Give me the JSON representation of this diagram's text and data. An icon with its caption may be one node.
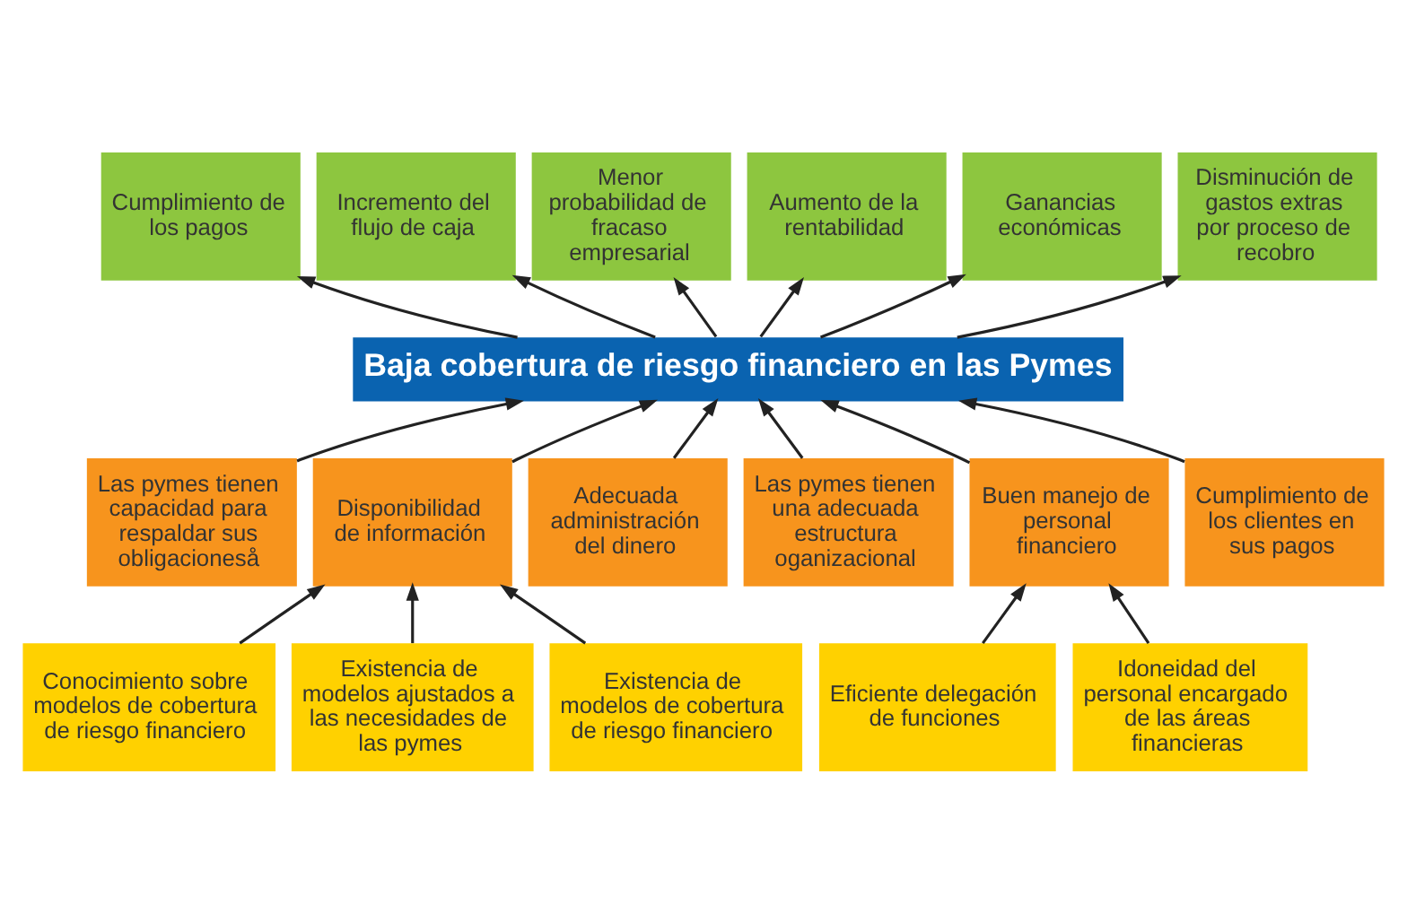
{
  "diagram": {
    "nodes": [
      {
        "text": [
          "Cumplimiento de los pagos"
        ]
      },
      {
        "text": [
          "Incremento del flujo de caja"
        ]
      },
      {
        "text": [
          "Menor probabilidad de fracaso empresarial"
        ]
      },
      {
        "text": [
          "Aumento de la rentabilidad"
        ]
      },
      {
        "text": [
          "Ganancias económicas"
        ]
      },
      {
        "text": [
          "Disminución de gastos extras por proceso de recobro"
        ]
      },
      {
        "text": [
          "Baja cobertura de riesgo financiero en las Pymes"
        ]
      },
      {
        "text": [
          "Las pymes tienen capacidad para respaldar sus obligacioneså"
        ]
      },
      {
        "text": [
          "Disponibilidad de información"
        ]
      },
      {
        "text": [
          "Adecuada administración del dinero"
        ]
      },
      {
        "text": [
          "Las pymes tienen una adecuada estructura oganizacional"
        ]
      },
      {
        "text": [
          "Buen manejo de personal financiero"
        ]
      },
      {
        "text": [
          "Cumplimiento de los clientes en sus pagos"
        ]
      },
      {
        "text": [
          "Conocimiento sobre modelos de cobertura de riesgo financiero"
        ]
      },
      {
        "text": [
          "Existencia de modelos ajustados a las necesidades de las pymes"
        ]
      },
      {
        "text": [
          "Existencia de modelos de cobertura de riesgo financiero"
        ]
      },
      {
        "text": [
          "Eficiente delegación de funciones"
        ]
      },
      {
        "text": [
          "Idoneidad del personal encargado de las áreas financieras"
        ]
      }
    ],
    "edges": [
      {
        "from": 6,
        "to": 0,
        "arrow": "to"
      },
      {
        "from": 6,
        "to": 1,
        "arrow": "to"
      },
      {
        "from": 6,
        "to": 2,
        "arrow": "to"
      },
      {
        "from": 6,
        "to": 3,
        "arrow": "to"
      },
      {
        "from": 6,
        "to": 4,
        "arrow": "to"
      },
      {
        "from": 6,
        "to": 5,
        "arrow": "to"
      },
      {
        "from": 7,
        "to": 6,
        "arrow": "to"
      },
      {
        "from": 8,
        "to": 6,
        "arrow": "to"
      },
      {
        "from": 9,
        "to": 6,
        "arrow": "to"
      },
      {
        "from": 10,
        "to": 6,
        "arrow": "to"
      },
      {
        "from": 11,
        "to": 6,
        "arrow": "to"
      },
      {
        "from": 12,
        "to": 6,
        "arrow": "to"
      },
      {
        "from": 13,
        "to": 8,
        "arrow": "to"
      },
      {
        "from": 14,
        "to": 8,
        "arrow": "to"
      },
      {
        "from": 15,
        "to": 8,
        "arrow": "to"
      },
      {
        "from": 16,
        "to": 11,
        "arrow": "to"
      },
      {
        "from": 17,
        "to": 11,
        "arrow": "to"
      }
    ]
  }
}
